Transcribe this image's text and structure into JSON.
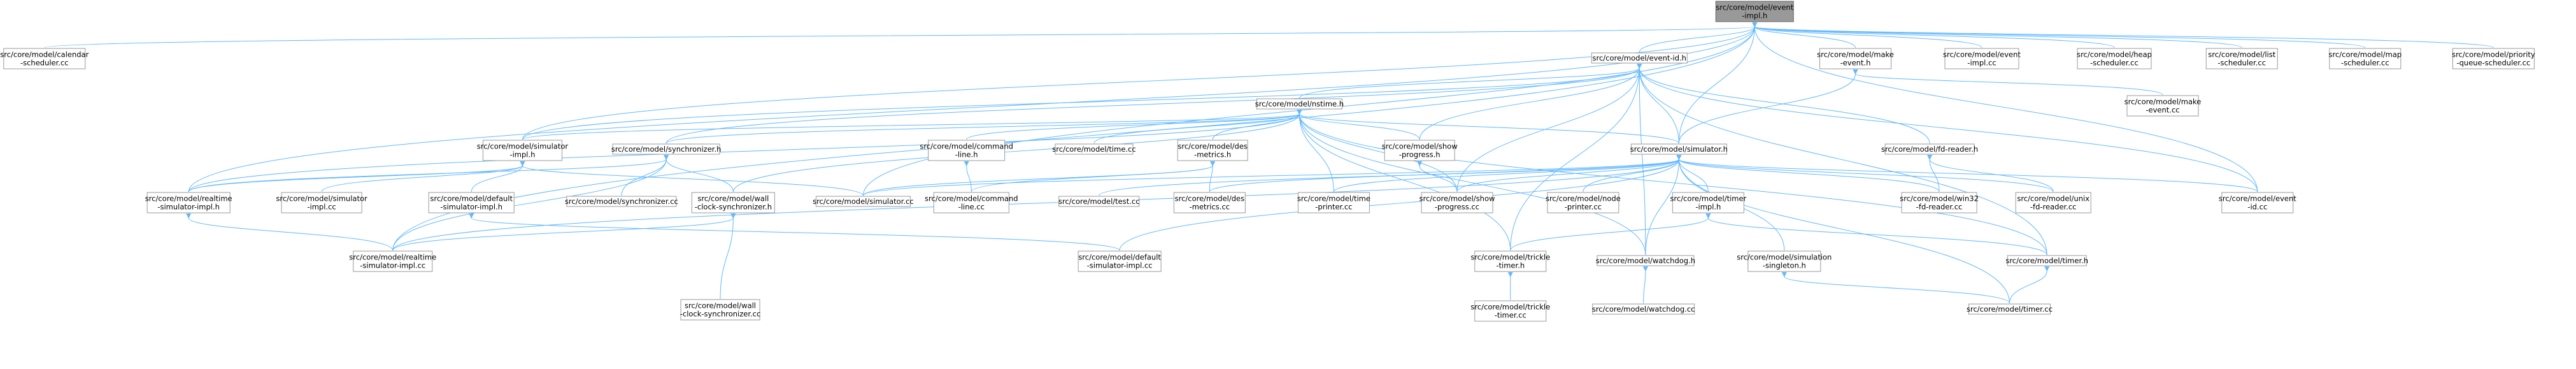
{
  "colors": {
    "edge": "#63b8ff",
    "node_border": "#999999",
    "root_fill": "#999999",
    "node_fill": "#ffffff"
  },
  "nodes": [
    {
      "id": "root",
      "label": [
        "src/core/model/event",
        "-impl.h"
      ],
      "root": true
    },
    {
      "id": "calendar",
      "label": [
        "src/core/model/calendar",
        "-scheduler.cc"
      ]
    },
    {
      "id": "eventid_h",
      "label": [
        "src/core/model/event-id.h"
      ]
    },
    {
      "id": "make_event_h",
      "label": [
        "src/core/model/make",
        "-event.h"
      ]
    },
    {
      "id": "event_impl_cc",
      "label": [
        "src/core/model/event",
        "-impl.cc"
      ]
    },
    {
      "id": "heap",
      "label": [
        "src/core/model/heap",
        "-scheduler.cc"
      ]
    },
    {
      "id": "list",
      "label": [
        "src/core/model/list",
        "-scheduler.cc"
      ]
    },
    {
      "id": "map",
      "label": [
        "src/core/model/map",
        "-scheduler.cc"
      ]
    },
    {
      "id": "priority",
      "label": [
        "src/core/model/priority",
        "-queue-scheduler.cc"
      ]
    },
    {
      "id": "nstime",
      "label": [
        "src/core/model/nstime.h"
      ]
    },
    {
      "id": "make_event_cc",
      "label": [
        "src/core/model/make",
        "-event.cc"
      ]
    },
    {
      "id": "sim_impl_h",
      "label": [
        "src/core/model/simulator",
        "-impl.h"
      ]
    },
    {
      "id": "sync_h",
      "label": [
        "src/core/model/synchronizer.h"
      ]
    },
    {
      "id": "cmdline_h",
      "label": [
        "src/core/model/command",
        "-line.h"
      ]
    },
    {
      "id": "time_cc",
      "label": [
        "src/core/model/time.cc"
      ]
    },
    {
      "id": "des_h",
      "label": [
        "src/core/model/des",
        "-metrics.h"
      ]
    },
    {
      "id": "show_h",
      "label": [
        "src/core/model/show",
        "-progress.h"
      ]
    },
    {
      "id": "simulator_h",
      "label": [
        "src/core/model/simulator.h"
      ]
    },
    {
      "id": "fdreader_h",
      "label": [
        "src/core/model/fd-reader.h"
      ]
    },
    {
      "id": "rt_impl_h",
      "label": [
        "src/core/model/realtime",
        "-simulator-impl.h"
      ]
    },
    {
      "id": "sim_impl_cc",
      "label": [
        "src/core/model/simulator",
        "-impl.cc"
      ]
    },
    {
      "id": "def_impl_h",
      "label": [
        "src/core/model/default",
        "-simulator-impl.h"
      ]
    },
    {
      "id": "sync_cc",
      "label": [
        "src/core/model/synchronizer.cc"
      ]
    },
    {
      "id": "wall_h",
      "label": [
        "src/core/model/wall",
        "-clock-synchronizer.h"
      ]
    },
    {
      "id": "simulator_cc",
      "label": [
        "src/core/model/simulator.cc"
      ]
    },
    {
      "id": "cmdline_cc",
      "label": [
        "src/core/model/command",
        "-line.cc"
      ]
    },
    {
      "id": "test_cc",
      "label": [
        "src/core/model/test.cc"
      ]
    },
    {
      "id": "des_cc",
      "label": [
        "src/core/model/des",
        "-metrics.cc"
      ]
    },
    {
      "id": "time_printer",
      "label": [
        "src/core/model/time",
        "-printer.cc"
      ]
    },
    {
      "id": "show_cc",
      "label": [
        "src/core/model/show",
        "-progress.cc"
      ]
    },
    {
      "id": "node_printer",
      "label": [
        "src/core/model/node",
        "-printer.cc"
      ]
    },
    {
      "id": "timer_impl_h",
      "label": [
        "src/core/model/timer",
        "-impl.h"
      ]
    },
    {
      "id": "win32",
      "label": [
        "src/core/model/win32",
        "-fd-reader.cc"
      ]
    },
    {
      "id": "unix",
      "label": [
        "src/core/model/unix",
        "-fd-reader.cc"
      ]
    },
    {
      "id": "eventid_cc",
      "label": [
        "src/core/model/event",
        "-id.cc"
      ]
    },
    {
      "id": "rt_impl_cc",
      "label": [
        "src/core/model/realtime",
        "-simulator-impl.cc"
      ]
    },
    {
      "id": "wall_cc",
      "label": [
        "src/core/model/wall",
        "-clock-synchronizer.cc"
      ]
    },
    {
      "id": "def_impl_cc",
      "label": [
        "src/core/model/default",
        "-simulator-impl.cc"
      ]
    },
    {
      "id": "trickle_h",
      "label": [
        "src/core/model/trickle",
        "-timer.h"
      ]
    },
    {
      "id": "watchdog_h",
      "label": [
        "src/core/model/watchdog.h"
      ]
    },
    {
      "id": "singleton",
      "label": [
        "src/core/model/simulation",
        "-singleton.h"
      ]
    },
    {
      "id": "timer_h",
      "label": [
        "src/core/model/timer.h"
      ]
    },
    {
      "id": "trickle_cc",
      "label": [
        "src/core/model/trickle",
        "-timer.cc"
      ]
    },
    {
      "id": "watchdog_cc",
      "label": [
        "src/core/model/watchdog.cc"
      ]
    },
    {
      "id": "timer_cc",
      "label": [
        "src/core/model/timer.cc"
      ]
    }
  ],
  "edges": [
    [
      "root",
      "calendar"
    ],
    [
      "root",
      "eventid_h"
    ],
    [
      "root",
      "make_event_h"
    ],
    [
      "root",
      "event_impl_cc"
    ],
    [
      "root",
      "heap"
    ],
    [
      "root",
      "list"
    ],
    [
      "root",
      "map"
    ],
    [
      "root",
      "priority"
    ],
    [
      "root",
      "sim_impl_h"
    ],
    [
      "root",
      "rt_impl_h"
    ],
    [
      "root",
      "rt_impl_cc"
    ],
    [
      "root",
      "simulator_cc"
    ],
    [
      "root",
      "simulator_h"
    ],
    [
      "root",
      "eventid_cc"
    ],
    [
      "eventid_h",
      "nstime"
    ],
    [
      "eventid_h",
      "simulator_h"
    ],
    [
      "eventid_h",
      "fdreader_h"
    ],
    [
      "eventid_h",
      "eventid_cc"
    ],
    [
      "eventid_h",
      "sync_h"
    ],
    [
      "eventid_h",
      "sim_impl_h"
    ],
    [
      "eventid_h",
      "show_h"
    ],
    [
      "eventid_h",
      "show_cc"
    ],
    [
      "eventid_h",
      "trickle_h"
    ],
    [
      "eventid_h",
      "timer_h"
    ],
    [
      "eventid_h",
      "watchdog_h"
    ],
    [
      "make_event_h",
      "simulator_h"
    ],
    [
      "make_event_h",
      "make_event_cc"
    ],
    [
      "nstime",
      "sim_impl_h"
    ],
    [
      "nstime",
      "sync_h"
    ],
    [
      "nstime",
      "cmdline_h"
    ],
    [
      "nstime",
      "time_cc"
    ],
    [
      "nstime",
      "des_h"
    ],
    [
      "nstime",
      "show_h"
    ],
    [
      "nstime",
      "simulator_h"
    ],
    [
      "nstime",
      "timer_h"
    ],
    [
      "nstime",
      "time_printer"
    ],
    [
      "nstime",
      "show_cc"
    ],
    [
      "nstime",
      "trickle_h"
    ],
    [
      "nstime",
      "watchdog_h"
    ],
    [
      "nstime",
      "rt_impl_h"
    ],
    [
      "nstime",
      "wall_h"
    ],
    [
      "sim_impl_h",
      "rt_impl_h"
    ],
    [
      "sim_impl_h",
      "sim_impl_cc"
    ],
    [
      "sim_impl_h",
      "def_impl_h"
    ],
    [
      "sim_impl_h",
      "simulator_cc"
    ],
    [
      "sync_h",
      "rt_impl_h"
    ],
    [
      "sync_h",
      "sync_cc"
    ],
    [
      "sync_h",
      "wall_h"
    ],
    [
      "sync_h",
      "rt_impl_cc"
    ],
    [
      "cmdline_h",
      "cmdline_cc"
    ],
    [
      "des_h",
      "simulator_cc"
    ],
    [
      "des_h",
      "des_cc"
    ],
    [
      "des_h",
      "cmdline_cc"
    ],
    [
      "show_h",
      "show_cc"
    ],
    [
      "simulator_h",
      "simulator_cc"
    ],
    [
      "simulator_h",
      "test_cc"
    ],
    [
      "simulator_h",
      "des_cc"
    ],
    [
      "simulator_h",
      "time_printer"
    ],
    [
      "simulator_h",
      "show_cc"
    ],
    [
      "simulator_h",
      "node_printer"
    ],
    [
      "simulator_h",
      "timer_impl_h"
    ],
    [
      "simulator_h",
      "win32"
    ],
    [
      "simulator_h",
      "unix"
    ],
    [
      "simulator_h",
      "eventid_cc"
    ],
    [
      "simulator_h",
      "rt_impl_cc"
    ],
    [
      "simulator_h",
      "def_impl_cc"
    ],
    [
      "simulator_h",
      "watchdog_h"
    ],
    [
      "simulator_h",
      "singleton"
    ],
    [
      "simulator_h",
      "timer_cc"
    ],
    [
      "fdreader_h",
      "win32"
    ],
    [
      "fdreader_h",
      "unix"
    ],
    [
      "rt_impl_h",
      "rt_impl_cc"
    ],
    [
      "def_impl_h",
      "def_impl_cc"
    ],
    [
      "wall_h",
      "rt_impl_cc"
    ],
    [
      "wall_h",
      "wall_cc"
    ],
    [
      "timer_impl_h",
      "timer_h"
    ],
    [
      "timer_impl_h",
      "trickle_h"
    ],
    [
      "trickle_h",
      "trickle_cc"
    ],
    [
      "watchdog_h",
      "watchdog_cc"
    ],
    [
      "singleton",
      "timer_cc"
    ],
    [
      "timer_h",
      "timer_cc"
    ]
  ]
}
